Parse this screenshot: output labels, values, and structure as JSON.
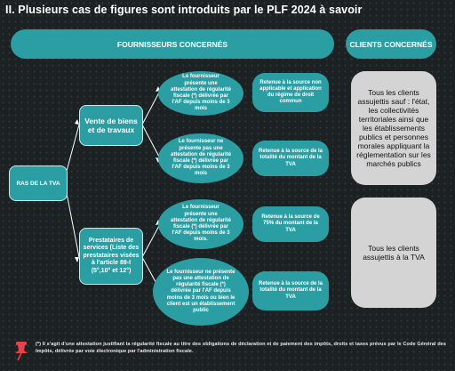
{
  "title": "II. Plusieurs cas de figures sont introduits par le PLF 2024 à savoir",
  "headers": {
    "suppliers": "FOURNISSEURS CONCERNÉS",
    "clients": "CLIENTS CONCERNÉS"
  },
  "root": "RAS DE LA TVA",
  "categories": {
    "goods": "Vente de biens et de travaux",
    "services": "Prestataires de services (Liste des prestataires visées à l'article 89-I (5°,10° et 12°)"
  },
  "conditions": {
    "goods_with": "Le fournisseur présente une attestation de régularité fiscale (*) délivrée par l'AF depuis moins de 3 mois",
    "goods_without": "Le fournisseur ne présente pas une attestation de régularité fiscale (*) délivrée par l'AF depuis moins de 3 mois",
    "services_with": "Le fournisseur présente une attestation de régularité fiscale (*) délivrée par l'AF depuis moins de 3 mois.",
    "services_without": "Le fournisseur ne présente pas une attestation de régularité fiscale (*) délivrée par l'AF depuis moins de 3 mois ou bien le client est un établissement public"
  },
  "outcomes": {
    "goods_with": "Retenue à la source non applicable et application du régime de droit commun",
    "goods_without": "Retenue à la source de la totalité du montant de la TVA",
    "services_with": "Retenue à la source de 75% du montant de la TVA",
    "services_without": "Retenue à la source de la totalité du montant de la TVA"
  },
  "clients": {
    "top": "Tous les clients assujettis sauf : l'état, les collectivités territoriales ainsi que les établissements publics et personnes morales appliquant la réglementation sur les marchés publics",
    "bottom": "Tous les clients assujettis à la TVA"
  },
  "footnote": "(*) Il s'agit d'une attestation justifiant la régularité fiscale au titre des obligations de déclaration et de paiement des impôts, droits et taxes prévus par le Code Général des Impôts, délivrée par voie électronique par l'administration fiscale.",
  "colors": {
    "background": "#1c2224",
    "teal": "#2b9ea3",
    "gray_box": "#d4d4d4",
    "connector": "#ffffff",
    "pin": "#e8414b"
  },
  "icons": {
    "pin": "push-pin-icon"
  }
}
